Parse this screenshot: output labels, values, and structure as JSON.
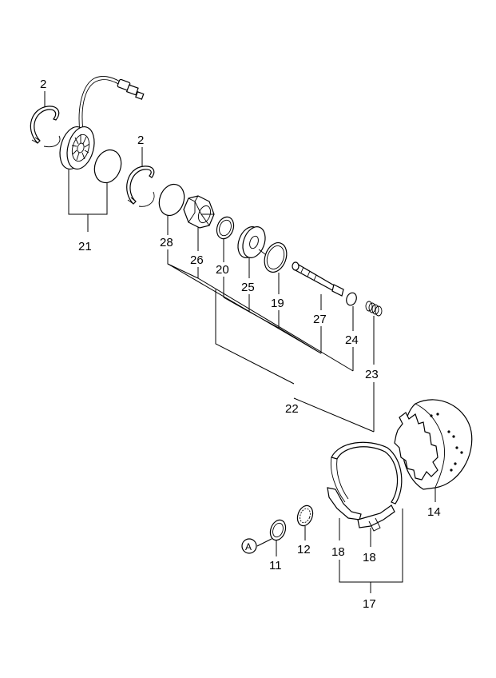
{
  "labels": {
    "l2a": "2",
    "l2b": "2",
    "l21": "21",
    "l28": "28",
    "l26": "26",
    "l20": "20",
    "l25": "25",
    "l19": "19",
    "l27": "27",
    "l24": "24",
    "l23": "23",
    "l22": "22",
    "l14": "14",
    "l11": "11",
    "l12": "12",
    "l18a": "18",
    "l18b": "18",
    "l17": "17",
    "refA": "A"
  }
}
